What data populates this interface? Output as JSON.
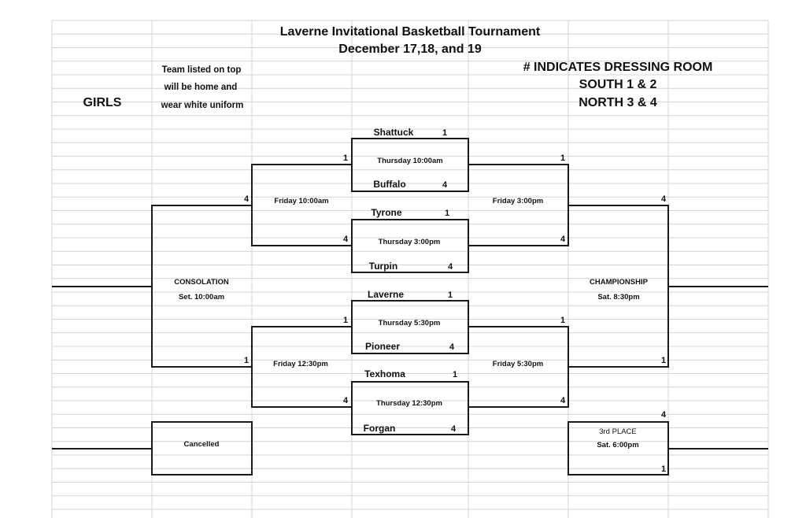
{
  "title": "Laverne Invitational Basketball Tournament",
  "dates": "December 17,18, and 19",
  "division": "GIRLS",
  "home_note": [
    "Team listed on top",
    "will be home and",
    "wear white uniform"
  ],
  "dressing_note": [
    "# INDICATES DRESSING ROOM",
    "SOUTH 1 & 2",
    "NORTH 3 & 4"
  ],
  "first_round": [
    {
      "top_team": "Shattuck",
      "top_room": "1",
      "bottom_team": "Buffalo",
      "bottom_room": "4",
      "time": "Thursday 10:00am"
    },
    {
      "top_team": "Tyrone",
      "top_room": "1",
      "bottom_team": "Turpin",
      "bottom_room": "4",
      "time": "Thursday 3:00pm"
    },
    {
      "top_team": "Laverne",
      "top_room": "1",
      "bottom_team": "Pioneer",
      "bottom_room": "4",
      "time": "Thursday 5:30pm"
    },
    {
      "top_team": "Texhoma",
      "top_room": "1",
      "bottom_team": "Forgan",
      "bottom_room": "4",
      "time": "Thursday 12:30pm"
    }
  ],
  "consolation_semis": [
    {
      "time": "Friday 10:00am",
      "top_room": "1",
      "bottom_room": "4"
    },
    {
      "time": "Friday 12:30pm",
      "top_room": "1",
      "bottom_room": "4"
    }
  ],
  "winner_semis": [
    {
      "time": "Friday 3:00pm",
      "top_room": "1",
      "bottom_room": "4"
    },
    {
      "time": "Friday 5:30pm",
      "top_room": "1",
      "bottom_room": "4"
    }
  ],
  "consolation": {
    "label": "CONSOLATION",
    "time": "Set. 10:00am",
    "top_room": "4",
    "bottom_room": "1"
  },
  "championship": {
    "label": "CHAMPIONSHIP",
    "time": "Sat. 8:30pm",
    "top_room": "4",
    "bottom_room": "1"
  },
  "cancelled": {
    "label": "Cancelled"
  },
  "third_place": {
    "label": "3rd PLACE",
    "time": "Sat. 6:00pm",
    "top_room": "4",
    "bottom_room": "1"
  }
}
